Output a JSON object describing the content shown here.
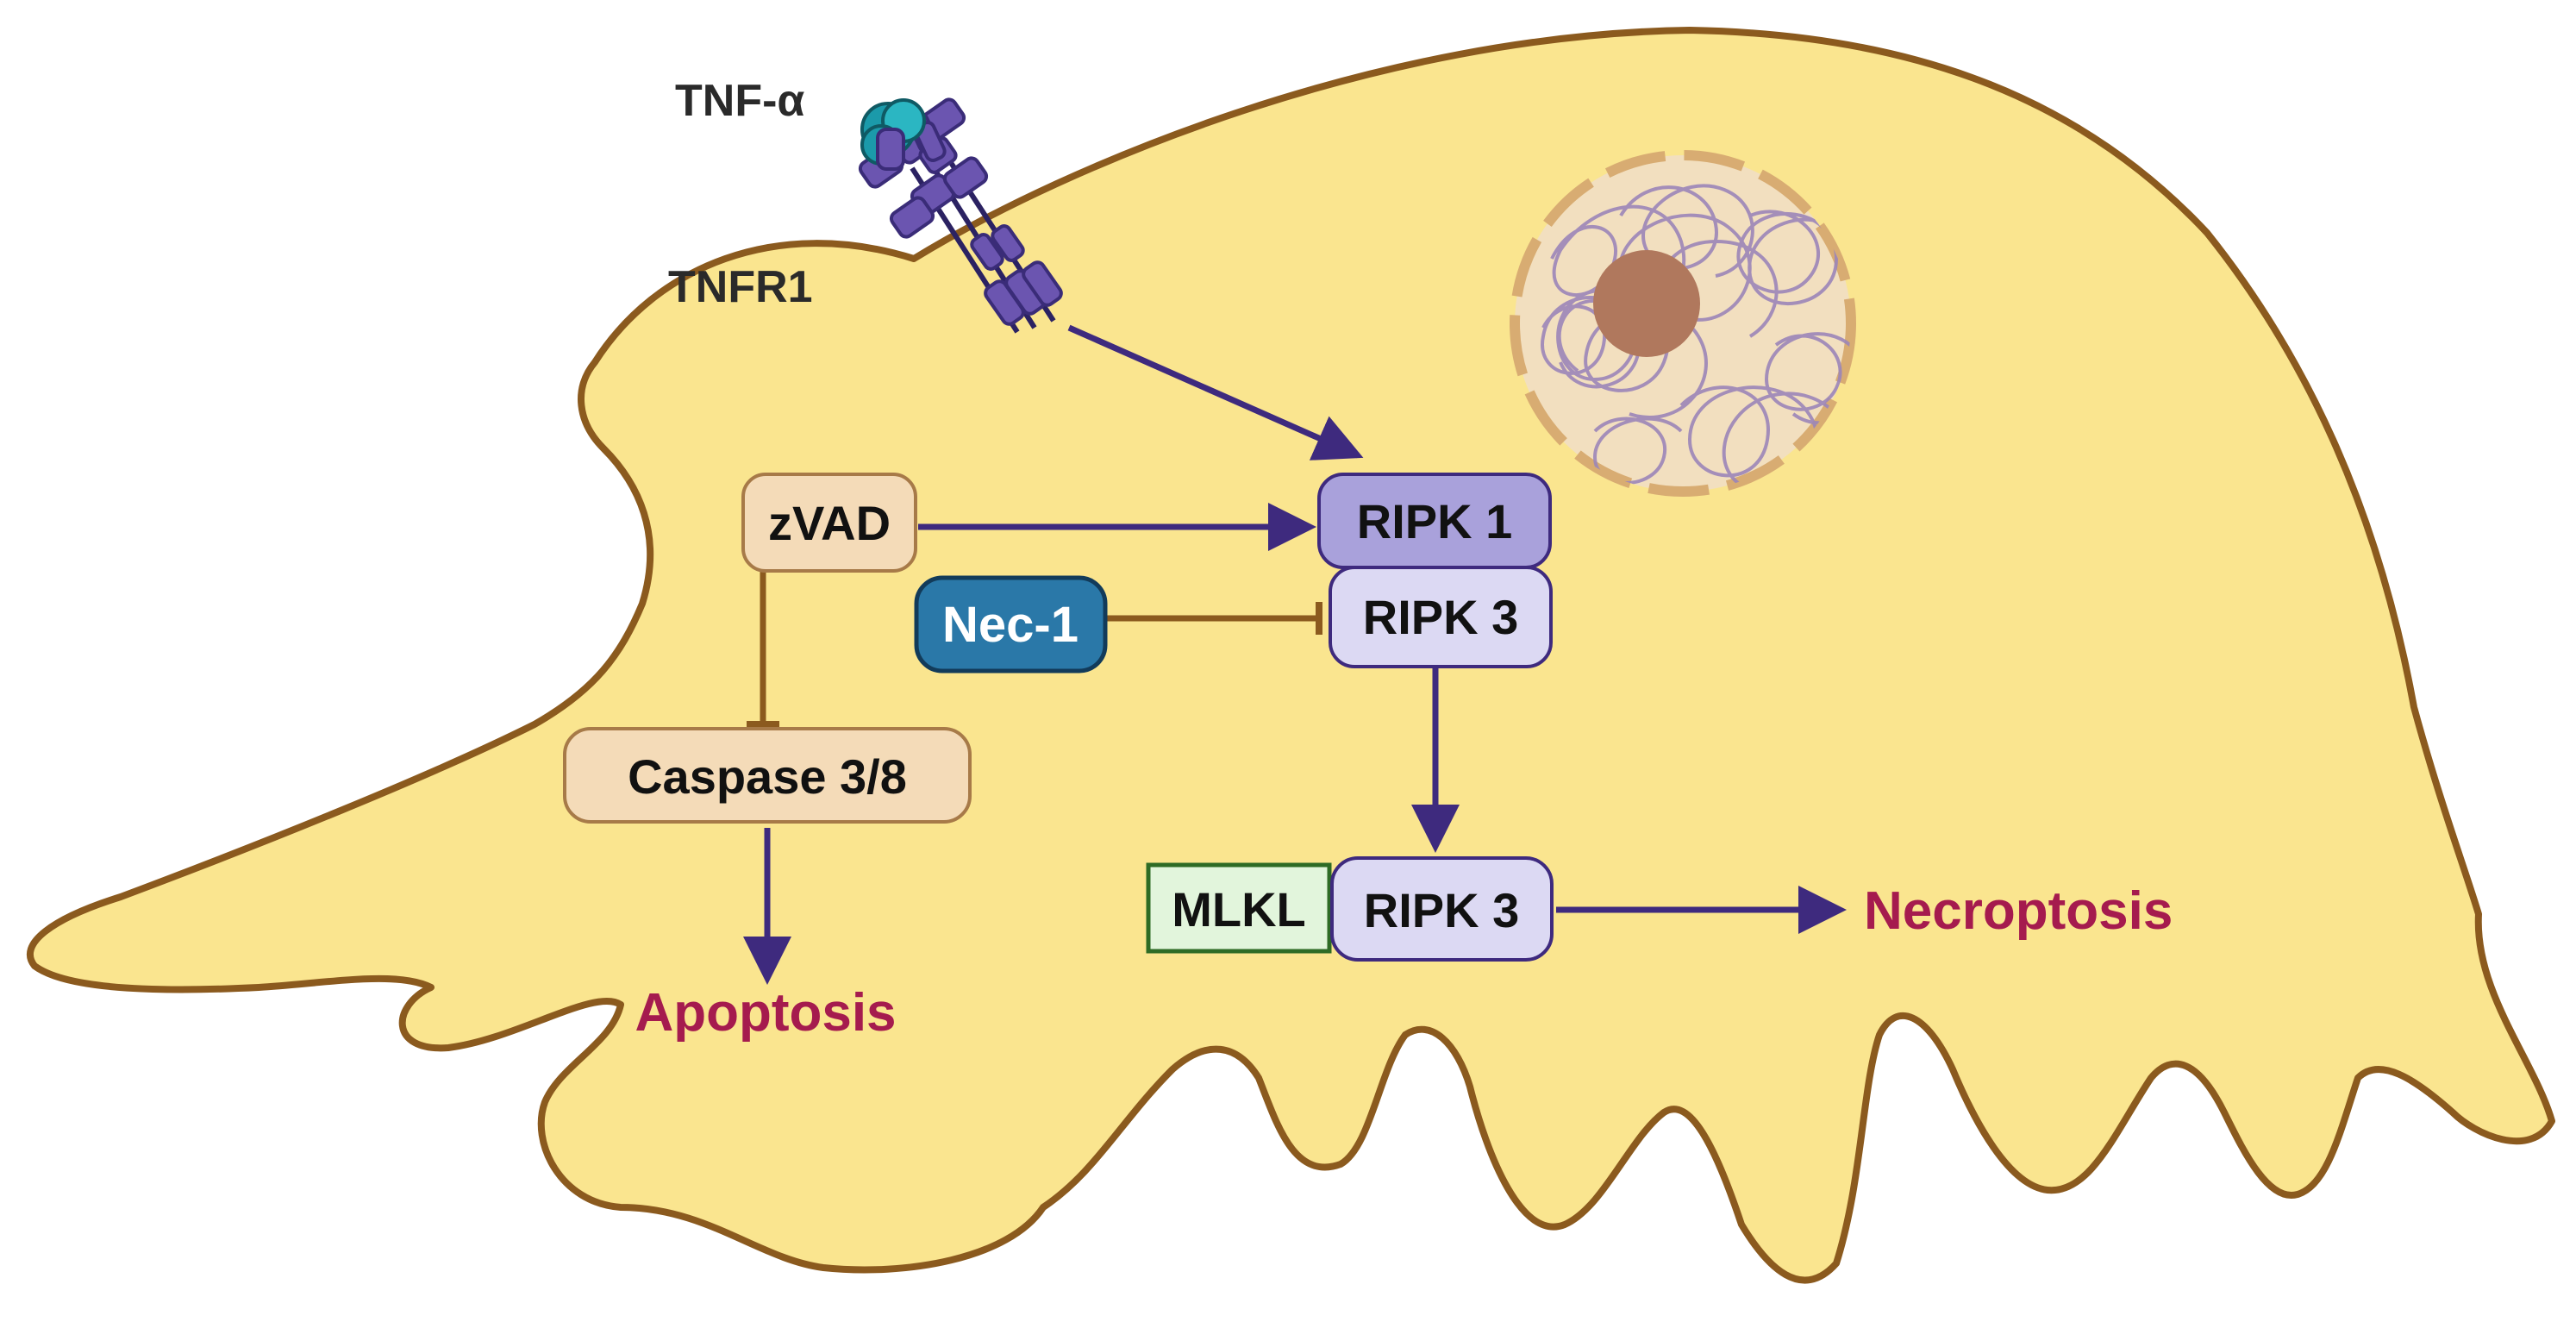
{
  "labels": {
    "ligand": "TNF-α",
    "receptor": "TNFR1"
  },
  "nodes": {
    "zvad": "zVAD",
    "ripk1": "RIPK 1",
    "ripk3_upper": "RIPK 3",
    "nec1": "Nec-1",
    "caspase": "Caspase 3/8",
    "mlkl": "MLKL",
    "ripk3_lower": "RIPK 3"
  },
  "outcomes": {
    "apoptosis": "Apoptosis",
    "necroptosis": "Necroptosis"
  },
  "colors": {
    "cell_fill": "#fae58f",
    "cell_outline": "#8b5a1e",
    "arrow": "#3e2a7e",
    "inhibit": "#8b5a1e",
    "ripk1_fill": "#a9a1db",
    "ripk3_fill": "#dcd9f3",
    "zvad_fill": "#f4dbb8",
    "caspase_fill": "#f4dbb8",
    "nec1_fill": "#2a78a8",
    "mlkl_fill": "#e2f5dc",
    "mlkl_outline": "#2e6b25",
    "outcome_text": "#a51b4e",
    "nucleus_fill": "#f2dfbf",
    "nucleolus_fill": "#b0785d",
    "chromatin": "#9c86b8"
  }
}
